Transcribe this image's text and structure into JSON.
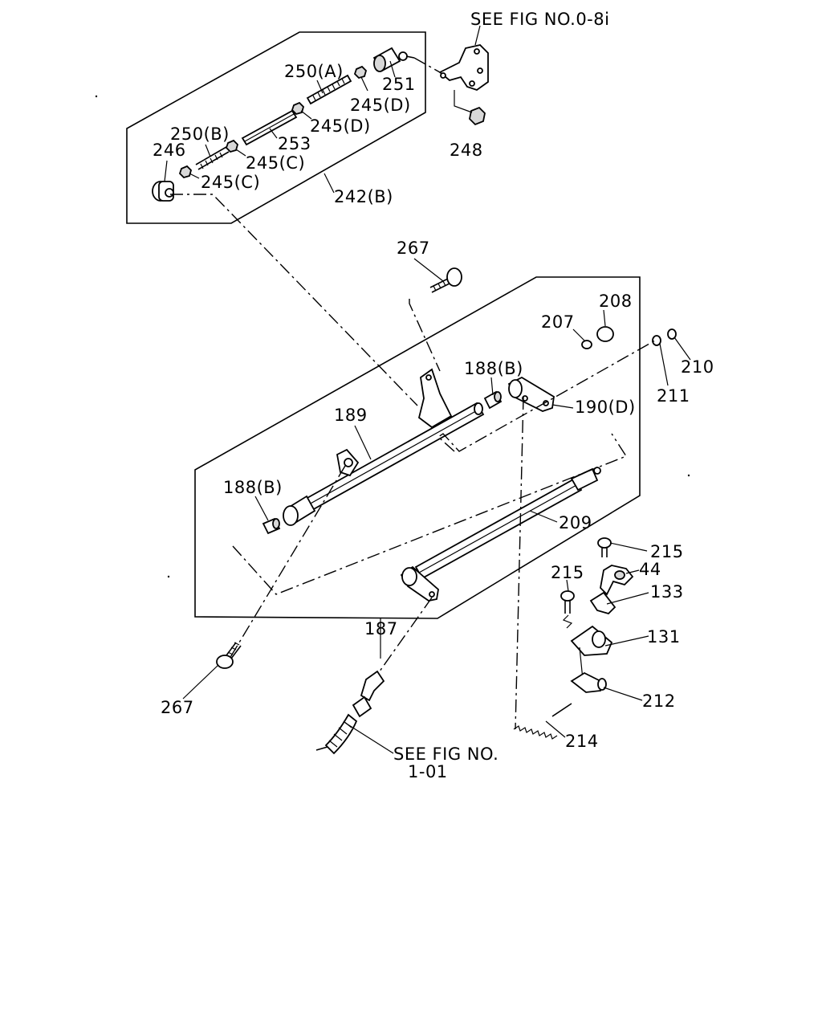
{
  "references": {
    "fig_081": "SEE FIG NO.0-8i",
    "fig_101_line1": "SEE FIG NO.",
    "fig_101_line2": "1-01"
  },
  "parts": {
    "p250a": "250(A)",
    "p251": "251",
    "p245d_top": "245(D)",
    "p245d_mid": "245(D)",
    "p250b": "250(B)",
    "p253": "253",
    "p246": "246",
    "p245c_top": "245(C)",
    "p245c_bot": "245(C)",
    "p242b": "242(B)",
    "p248": "248",
    "p267_top": "267",
    "p208": "208",
    "p207": "207",
    "p188b_right": "188(B)",
    "p190d": "190(D)",
    "p211": "211",
    "p210": "210",
    "p189": "189",
    "p188b_left": "188(B)",
    "p209": "209",
    "p215_right": "215",
    "p44": "44",
    "p215_left": "215",
    "p133": "133",
    "p131": "131",
    "p187": "187",
    "p267_bot": "267",
    "p212": "212",
    "p214": "214"
  }
}
